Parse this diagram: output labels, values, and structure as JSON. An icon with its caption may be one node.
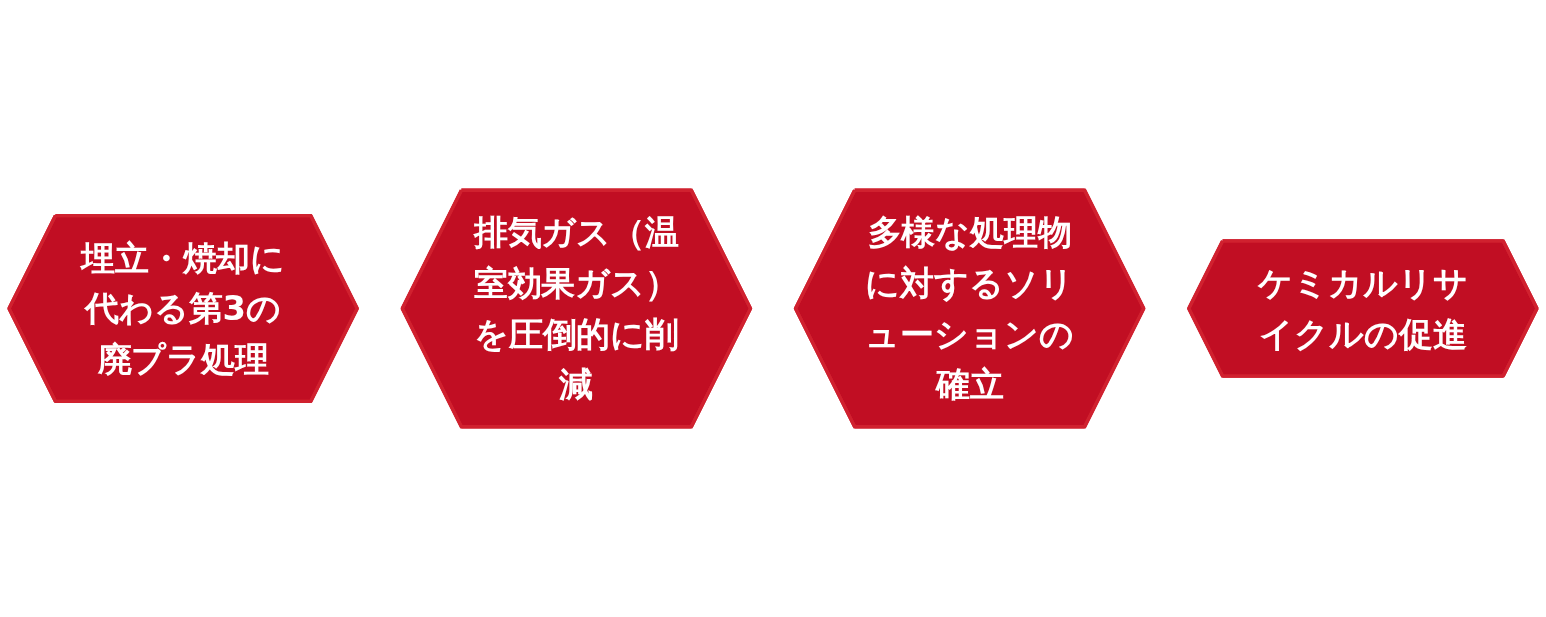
{
  "diagram": {
    "nodes": [
      {
        "text": [
          "埋立・焼却に代わる第3の廃プラ処理"
        ]
      },
      {
        "text": [
          "排気ガス（温室効果ガス）を圧倒的に削減"
        ]
      },
      {
        "text": [
          "多様な処理物に対するソリューションの確立"
        ]
      },
      {
        "text": [
          "ケミカルリサイクルの促進"
        ]
      }
    ]
  }
}
